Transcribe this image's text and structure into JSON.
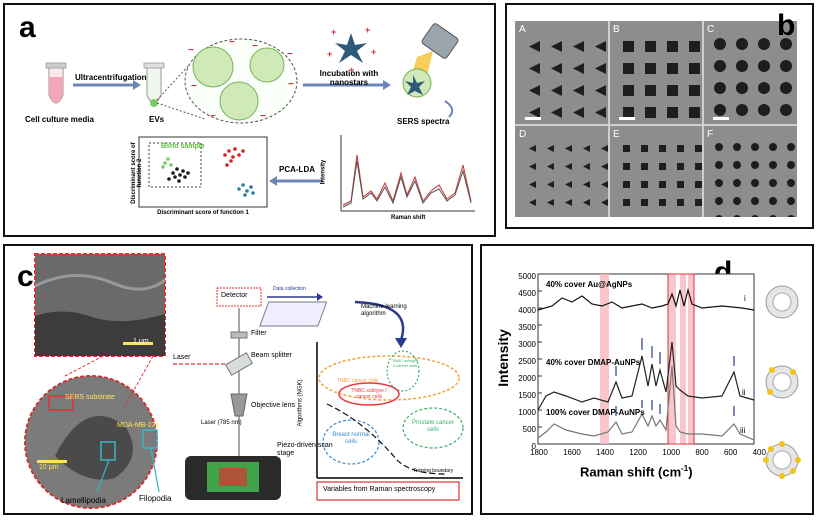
{
  "panel_a": {
    "label": "a",
    "step1_source": "Cell culture media",
    "arrow1": "Ultracentrifugation",
    "evs": "EVs",
    "arrow2": "Incubation with nanostars",
    "laser": "Laser",
    "sers": "SERS spectra",
    "pca": "PCA-LDA",
    "blind": "Blind sample",
    "axis_y": "Discriminant score of function 2",
    "axis_x": "Discriminant score of function 1",
    "spec_y": "Intensity",
    "spec_x": "Raman shift"
  },
  "panel_b": {
    "label": "b",
    "sub": [
      "A",
      "B",
      "C",
      "D",
      "E",
      "F"
    ]
  },
  "panel_c": {
    "label": "c",
    "scale_top": "1 µm",
    "scale_bottom": "10 µm",
    "sers_sub": "SERS substrate",
    "cell": "MDA-MB-231",
    "lam": "Lamellipodia",
    "filo": "Filopodia",
    "detector": "Detector",
    "data_collection": "Data collection",
    "filter": "Filter",
    "beam": "Beam splitter",
    "laser": "Laser",
    "obj": "Objective lens",
    "laser785": "Laser (785 nm)",
    "stage": "Piezo-driven scan stage",
    "ml": "Machine learning algorithm",
    "algo_axis": "Algorithms (NGK)",
    "var_axis": "Variables from Raman spectroscopy",
    "train": "Training boundary",
    "g1": "TNBC subtype II cancer cells",
    "g2": "TNBC cancer cells",
    "g3": "TNBC subtype I cancer cells",
    "g4": "Breast normal cells",
    "g5": "Prostate cancer cells"
  },
  "panel_d": {
    "label": "d",
    "ylabel": "Intensity",
    "xlabel": "Raman shift (cm",
    "xlabel_sup": "-1",
    "xlabel_end": ")",
    "s1": "40% cover Au@AgNPs",
    "s2": "40% cover DMAP-AuNPs",
    "s3": "100% cover DMAP-AuNPs",
    "r1": "i",
    "r2": "ii",
    "r3": "iii",
    "yticks": [
      "5000",
      "4500",
      "4000",
      "3500",
      "3000",
      "2500",
      "2000",
      "1500",
      "1000",
      "500",
      "0"
    ],
    "xticks": [
      "1800",
      "1600",
      "1400",
      "1200",
      "1000",
      "800",
      "600",
      "400"
    ]
  }
}
